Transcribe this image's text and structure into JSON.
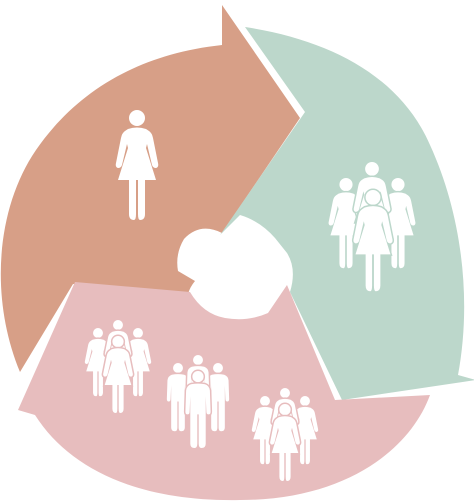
{
  "diagram": {
    "type": "cycle",
    "segment_count": 3,
    "colors": {
      "segment_orange": "#D79F87",
      "segment_green": "#BCD7CB",
      "segment_pink": "#E7BDBE",
      "icon": "#FFFFFF",
      "background": "#FFFFFF"
    },
    "segments": [
      {
        "id": "orange",
        "color_key": "segment_orange",
        "icon": "woman-icon",
        "icon_count": 1
      },
      {
        "id": "green",
        "color_key": "segment_green",
        "icon": "group-of-women-icon",
        "icon_count": 1
      },
      {
        "id": "pink",
        "color_key": "segment_pink",
        "icon": "group-icon",
        "icon_count": 3
      }
    ]
  }
}
